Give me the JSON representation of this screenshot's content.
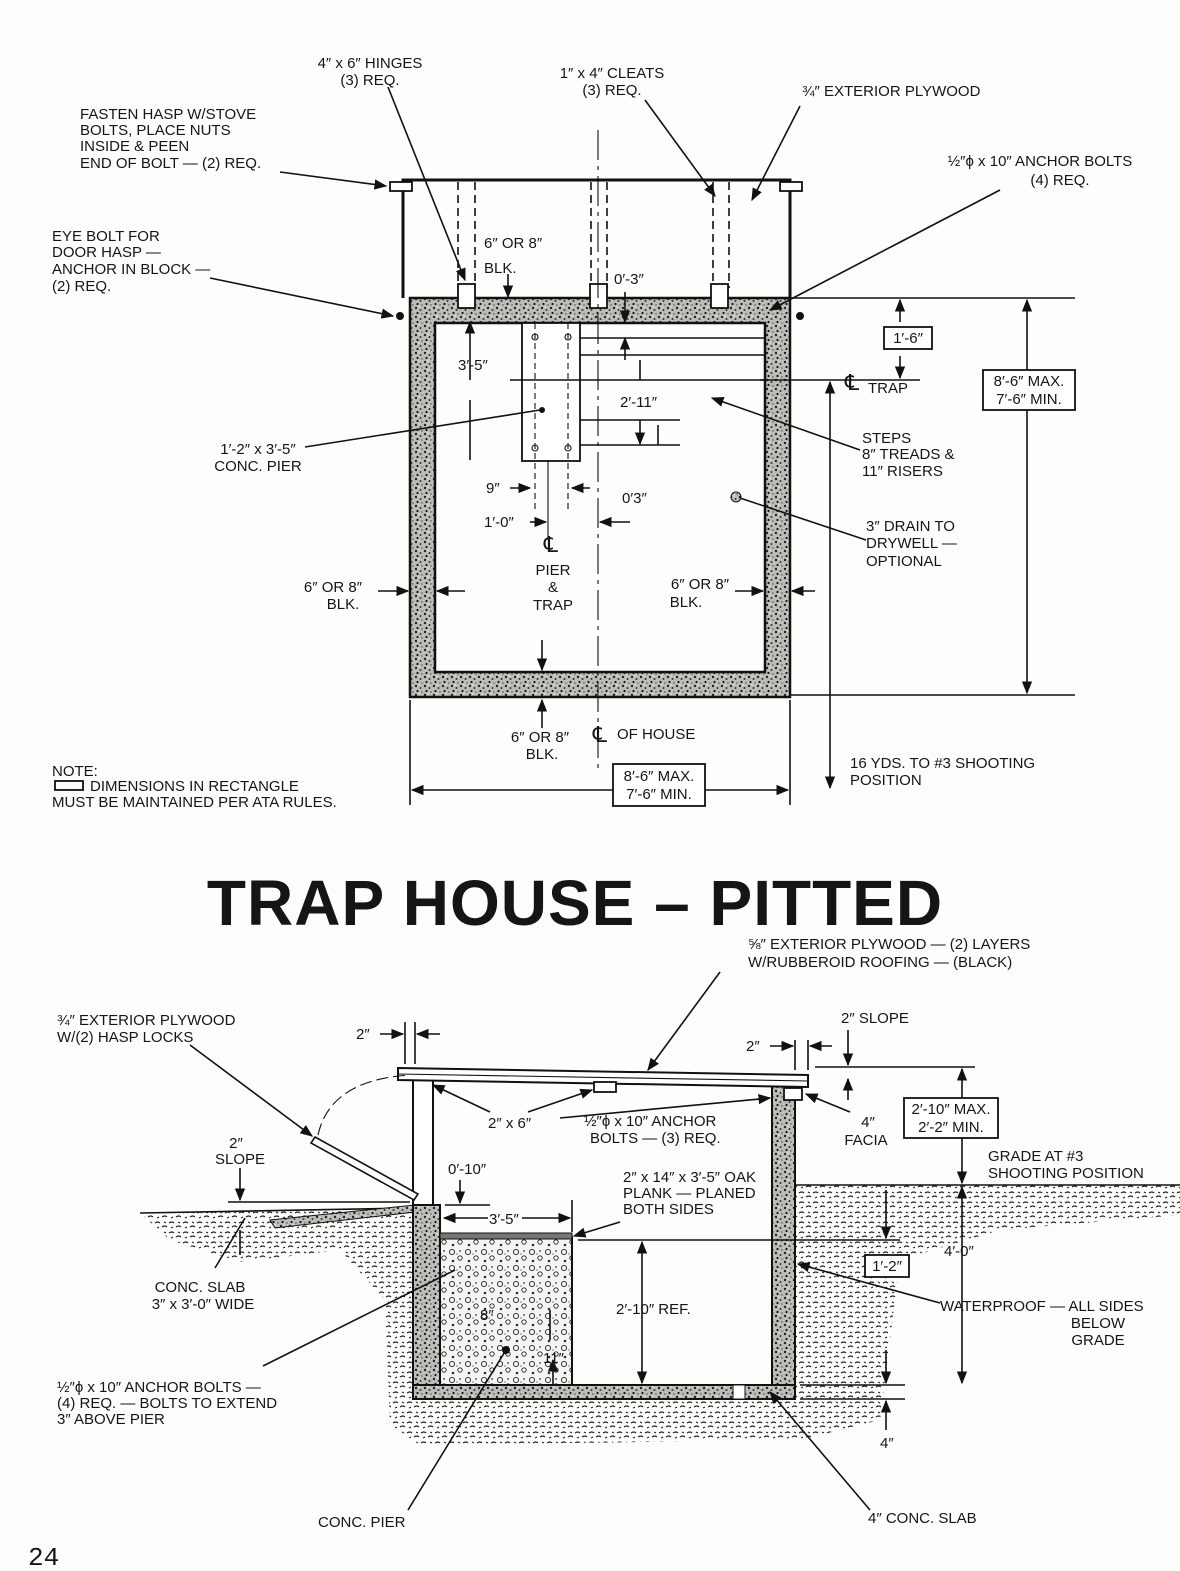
{
  "plan_view": {
    "hinges": [
      "4″ x 6″ HINGES",
      "(3) REQ."
    ],
    "cleats": [
      "1″ x 4″ CLEATS",
      "(3) REQ."
    ],
    "plywood": "¾″ EXTERIOR PLYWOOD",
    "hasp": [
      "FASTEN HASP W/STOVE",
      "BOLTS, PLACE NUTS",
      "INSIDE & PEEN",
      "END OF BOLT — (2) REQ."
    ],
    "anchor_bolts": [
      "½″ϕ x 10″ ANCHOR BOLTS",
      "(4) REQ."
    ],
    "eye_bolt": [
      "EYE BOLT FOR",
      "DOOR HASP —",
      "ANCHOR IN BLOCK —",
      "(2) REQ."
    ],
    "blk_top": [
      "6″ OR 8″",
      "BLK."
    ],
    "dim_0_3": "0′-3″",
    "dim_1_6": "1′-6″",
    "dim_3_5": "3′-5″",
    "cl_trap": "TRAP",
    "house_length": [
      "8′-6″ MAX.",
      "7′-6″ MIN."
    ],
    "dim_2_11": "2′-11″",
    "steps": [
      "STEPS",
      "8″ TREADS &",
      "11″ RISERS"
    ],
    "pier": [
      "1′-2″ x 3′-5″",
      "CONC. PIER"
    ],
    "dim_9": "9″",
    "dim_0_3b": "0′3″",
    "dim_1_0": "1′-0″",
    "drain": [
      "3″ DRAIN TO",
      "DRYWELL —",
      "OPTIONAL"
    ],
    "cl_pier": [
      "PIER",
      "&",
      "TRAP"
    ],
    "blk_left": [
      "6″ OR 8″",
      "BLK."
    ],
    "blk_right": [
      "6″ OR 8″",
      "BLK."
    ],
    "blk_bottom": [
      "6″ OR 8″",
      "BLK."
    ],
    "cl_house": "OF HOUSE",
    "shooting": [
      "16 YDS. TO #3 SHOOTING",
      "POSITION"
    ],
    "note": [
      "NOTE:",
      "DIMENSIONS IN RECTANGLE",
      "MUST BE MAINTAINED PER ATA RULES."
    ],
    "house_width": [
      "8′-6″ MAX.",
      "7′-6″ MIN."
    ],
    "centerline_symbol": "℄"
  },
  "title": "TRAP HOUSE – PITTED",
  "section_view": {
    "roofing": [
      "⅝″ EXTERIOR PLYWOOD — (2) LAYERS",
      "W/RUBBEROID ROOFING — (BLACK)"
    ],
    "door": [
      "¾″ EXTERIOR PLYWOOD",
      "W/(2) HASP LOCKS"
    ],
    "dim_2_left": "2″",
    "slope_right": "2″ SLOPE",
    "dim_2_right": "2″",
    "two_by_six": "2″ x 6″",
    "anchor": [
      "½″ϕ x 10″ ANCHOR",
      "BOLTS — (3) REQ."
    ],
    "facia": [
      "4″",
      "FACIA"
    ],
    "height": [
      "2′-10″ MAX.",
      "2′-2″ MIN."
    ],
    "slope_left": [
      "2″",
      "SLOPE"
    ],
    "dim_0_10": "0′-10″",
    "plank": [
      "2″ x 14″ x 3′-5″ OAK",
      "PLANK — PLANED",
      "BOTH SIDES"
    ],
    "grade": [
      "GRADE AT #3",
      "SHOOTING POSITION"
    ],
    "dim_3_5": "3′-5″",
    "dim_1_2": "1′-2″",
    "dim_4_0": "4′-0″",
    "slab": [
      "CONC. SLAB",
      "3″ x 3′-0″ WIDE"
    ],
    "waterproof": [
      "WATERPROOF — ALL SIDES",
      "BELOW",
      "GRADE"
    ],
    "dim_2_10": "2′-10″ REF.",
    "dim_8": "8″",
    "dim_11": "11″",
    "anchor_bolts": [
      "½″ϕ x 10″ ANCHOR BOLTS —",
      "(4) REQ. — BOLTS TO EXTEND",
      "3″ ABOVE PIER"
    ],
    "dim_4": "4″",
    "pier": "CONC. PIER",
    "floor_slab": "4″ CONC. SLAB"
  },
  "page_number": "24"
}
